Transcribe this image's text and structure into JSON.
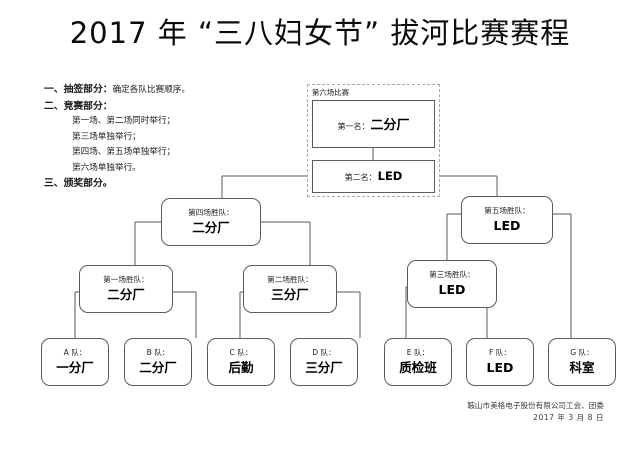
{
  "title": "2017 年 “三八妇女节” 拔河比赛赛程",
  "rules": {
    "items": [
      {
        "heading": "一、抽签部分：",
        "tail": "确定各队比赛顺序。"
      },
      {
        "heading": "二、竞赛部分：",
        "tail": ""
      },
      {
        "heading": "三、颁奖部分。",
        "tail": ""
      }
    ],
    "sub_items": [
      "第一场、第二场同时举行；",
      "第三场单独举行；",
      "第四场、第五场单独举行；",
      "第六场单独举行。"
    ]
  },
  "final": {
    "caption": "第六场比赛",
    "first": {
      "label": "第一名：",
      "value": "二分厂"
    },
    "second": {
      "label": "第二名：",
      "value": "LED"
    }
  },
  "rounds": {
    "semi": [
      {
        "label": "第四场胜队：",
        "value": "二分厂"
      },
      {
        "label": "第五场胜队：",
        "value": "LED"
      }
    ],
    "quarter": [
      {
        "label": "第一场胜队：",
        "value": "二分厂"
      },
      {
        "label": "第二场胜队：",
        "value": "三分厂"
      },
      {
        "label": "第三场胜队：",
        "value": "LED"
      }
    ],
    "teams": [
      {
        "label": "A 队：",
        "value": "一分厂"
      },
      {
        "label": "B 队：",
        "value": "二分厂"
      },
      {
        "label": "C 队：",
        "value": "后勤"
      },
      {
        "label": "D 队：",
        "value": "三分厂"
      },
      {
        "label": "E 队：",
        "value": "质检班"
      },
      {
        "label": "F 队：",
        "value": "LED"
      },
      {
        "label": "G 队：",
        "value": "科室"
      }
    ]
  },
  "footer": {
    "org": "鞍山市美格电子股份有限公司工会、团委",
    "date": "2017 年 3 月 8 日"
  },
  "colors": {
    "line": "#5a5a5a",
    "dashed": "#a9a9a9",
    "text": "#111111",
    "background": "#ffffff"
  }
}
